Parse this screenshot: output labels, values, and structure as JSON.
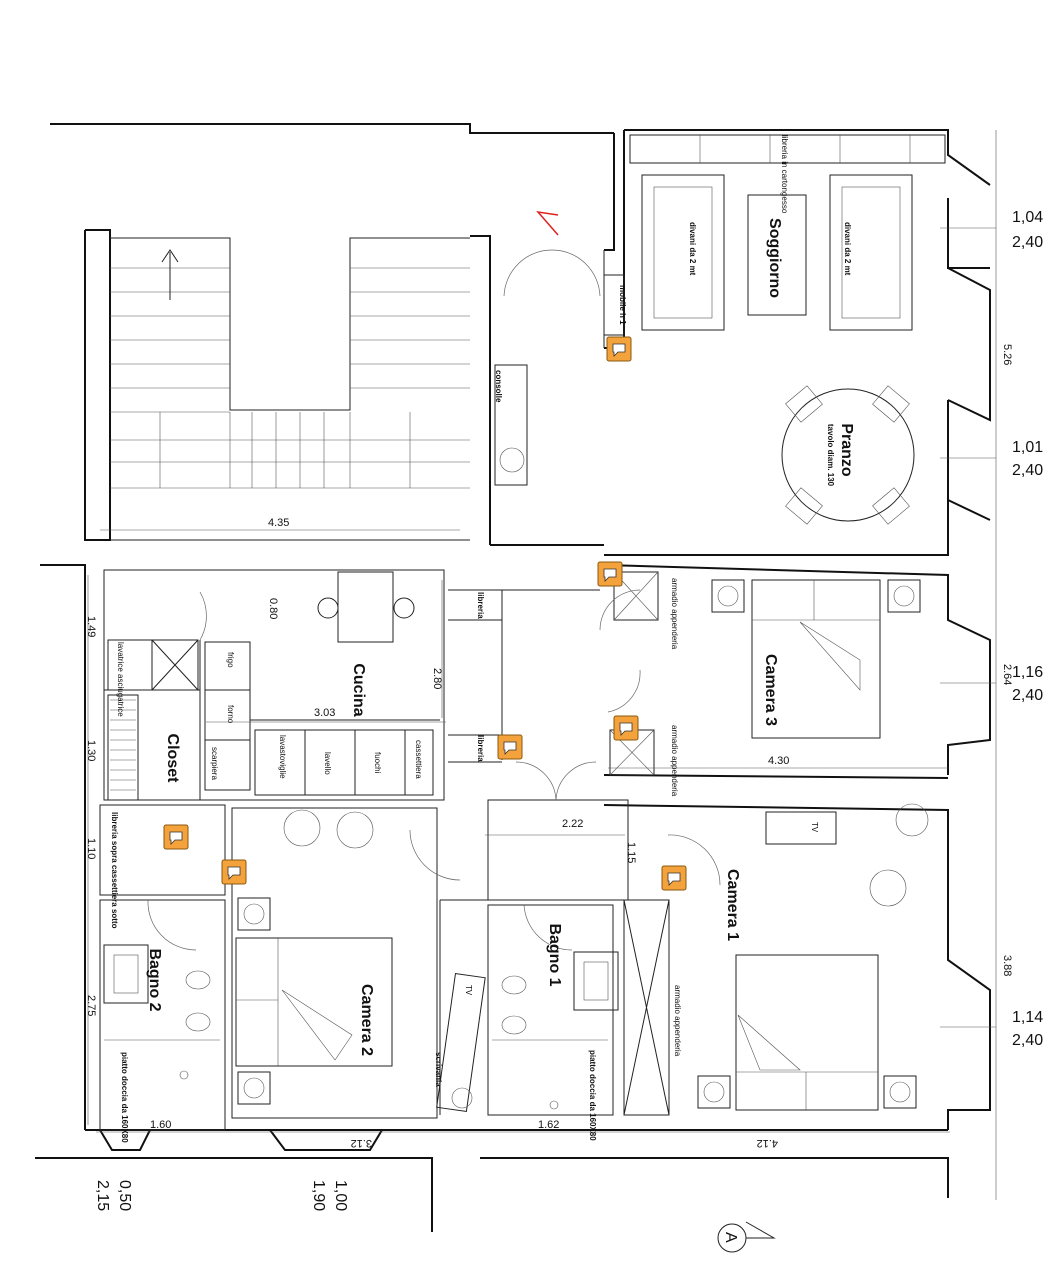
{
  "rooms": {
    "soggiorno": "Soggiorno",
    "pranzo": "Pranzo",
    "pranzo_sub": "tavolo diam. 130",
    "cucina": "Cucina",
    "closet": "Closet",
    "camera1": "Camera 1",
    "camera2": "Camera 2",
    "camera3": "Camera 3",
    "bagno1": "Bagno 1",
    "bagno2": "Bagno 2"
  },
  "labels": {
    "libreria": "libreria in cartongesso",
    "divani1": "divani da 2 mt",
    "divani2": "divani da 2 mt",
    "mobile": "mobile h 1",
    "consolle": "consolle",
    "armadio_top": "armadio appenderia",
    "armadio_bottom": "armadio appenderia",
    "armadio_c1": "armadio appenderia",
    "libreria_s1": "libreria",
    "libreria_s2": "libreria",
    "lavatrice": "lavatrice asciugatrice",
    "frigo": "frigo",
    "forno": "forno",
    "scarpiera": "scarpiera",
    "lavastoviglie": "lavastoviglie",
    "lavello": "lavello",
    "fuochi": "fuochi",
    "cassettiera": "cassettiera",
    "libreria_closet": "libreria sopra cassettiera sotto",
    "piatto1": "piatto doccia da 160X80",
    "piatto2": "piatto doccia da 160X80",
    "scrivania": "scrivania",
    "tv1": "TV",
    "tv2": "TV"
  },
  "dimensions": {
    "d435": "4.35",
    "d080": "0.80",
    "d280": "2.80",
    "d303": "3.03",
    "d149": "1.49",
    "d130": "1.30",
    "d110": "1.10",
    "d275": "2.75",
    "d160": "1.60",
    "d222": "2.22",
    "d115": "1.15",
    "d162": "1.62",
    "d312": "3.12",
    "d412": "4.12",
    "d430": "4.30",
    "d526": "5.26",
    "d264": "2.64",
    "d388": "3.88"
  },
  "windows": {
    "w1a": "1,04",
    "w1b": "2,40",
    "w2a": "1,01",
    "w2b": "2,40",
    "w3a": "1,16",
    "w3b": "2,40",
    "w4a": "1,14",
    "w4b": "2,40",
    "wb1a": "0,50",
    "wb1b": "2,15",
    "wb2a": "1,00",
    "wb2b": "1,90"
  },
  "section_mark": "A",
  "colors": {
    "note": "#f4a23b",
    "entry_arrow": "#e02020"
  }
}
